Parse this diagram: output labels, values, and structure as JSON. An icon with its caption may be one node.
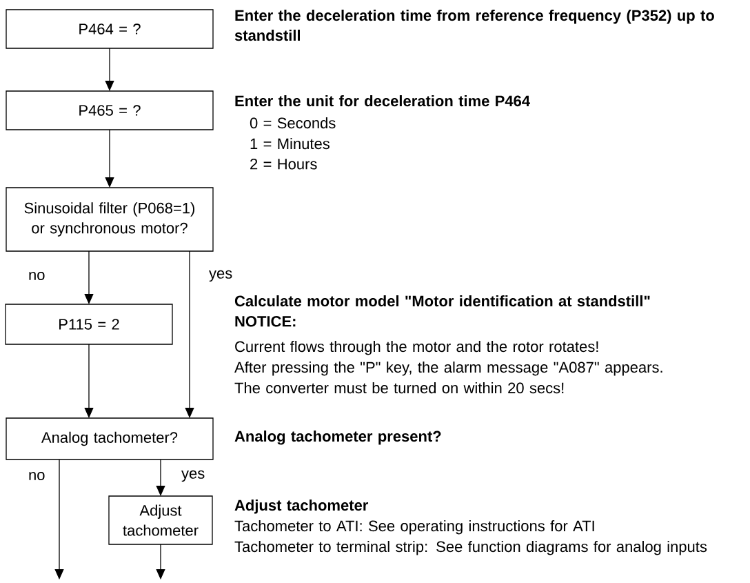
{
  "diagram": {
    "nodes": [
      {
        "text": [
          "P464 = ?"
        ]
      },
      {
        "text": [
          "P465 = ?"
        ]
      },
      {
        "text": [
          "Sinusoidal filter (P068=1) or synchronous motor?"
        ]
      },
      {
        "text": [
          "P115 = 2"
        ]
      },
      {
        "text": [
          "Analog tachometer?"
        ]
      },
      {
        "text": [
          "Adjust tachometer"
        ]
      }
    ],
    "edges": [
      {
        "from": 0,
        "to": 1,
        "arrow": "to"
      },
      {
        "from": 1,
        "to": 2,
        "arrow": "to"
      },
      {
        "from": 2,
        "to": 3,
        "arrow": "to",
        "label": "no"
      },
      {
        "from": 2,
        "to": 4,
        "arrow": "to",
        "label": "yes"
      },
      {
        "from": 3,
        "to": 4,
        "arrow": "to"
      },
      {
        "from": 4,
        "to": null,
        "arrow": "to",
        "label": "no"
      },
      {
        "from": 4,
        "to": 5,
        "arrow": "to",
        "label": "yes"
      },
      {
        "from": 5,
        "to": null,
        "arrow": "to"
      }
    ],
    "labels": [
      "Enter the deceleration time from reference frequency (P352) up to standstill",
      "Enter the unit for deceleration time P464",
      "0 = Seconds",
      "1 = Minutes",
      "2 = Hours",
      "Calculate motor model \"Motor identification at standstill\"",
      "NOTICE:",
      "Current flows through the motor and the rotor rotates!",
      "After pressing the \"P\" key, the alarm message \"A087\" appears.",
      "The converter must be turned on within 20 secs!",
      "Analog tachometer present?",
      "Adjust tachometer",
      "Tachometer to ATI: See operating instructions for ATI",
      "Tachometer to terminal strip: See function diagrams for analog inputs"
    ]
  }
}
